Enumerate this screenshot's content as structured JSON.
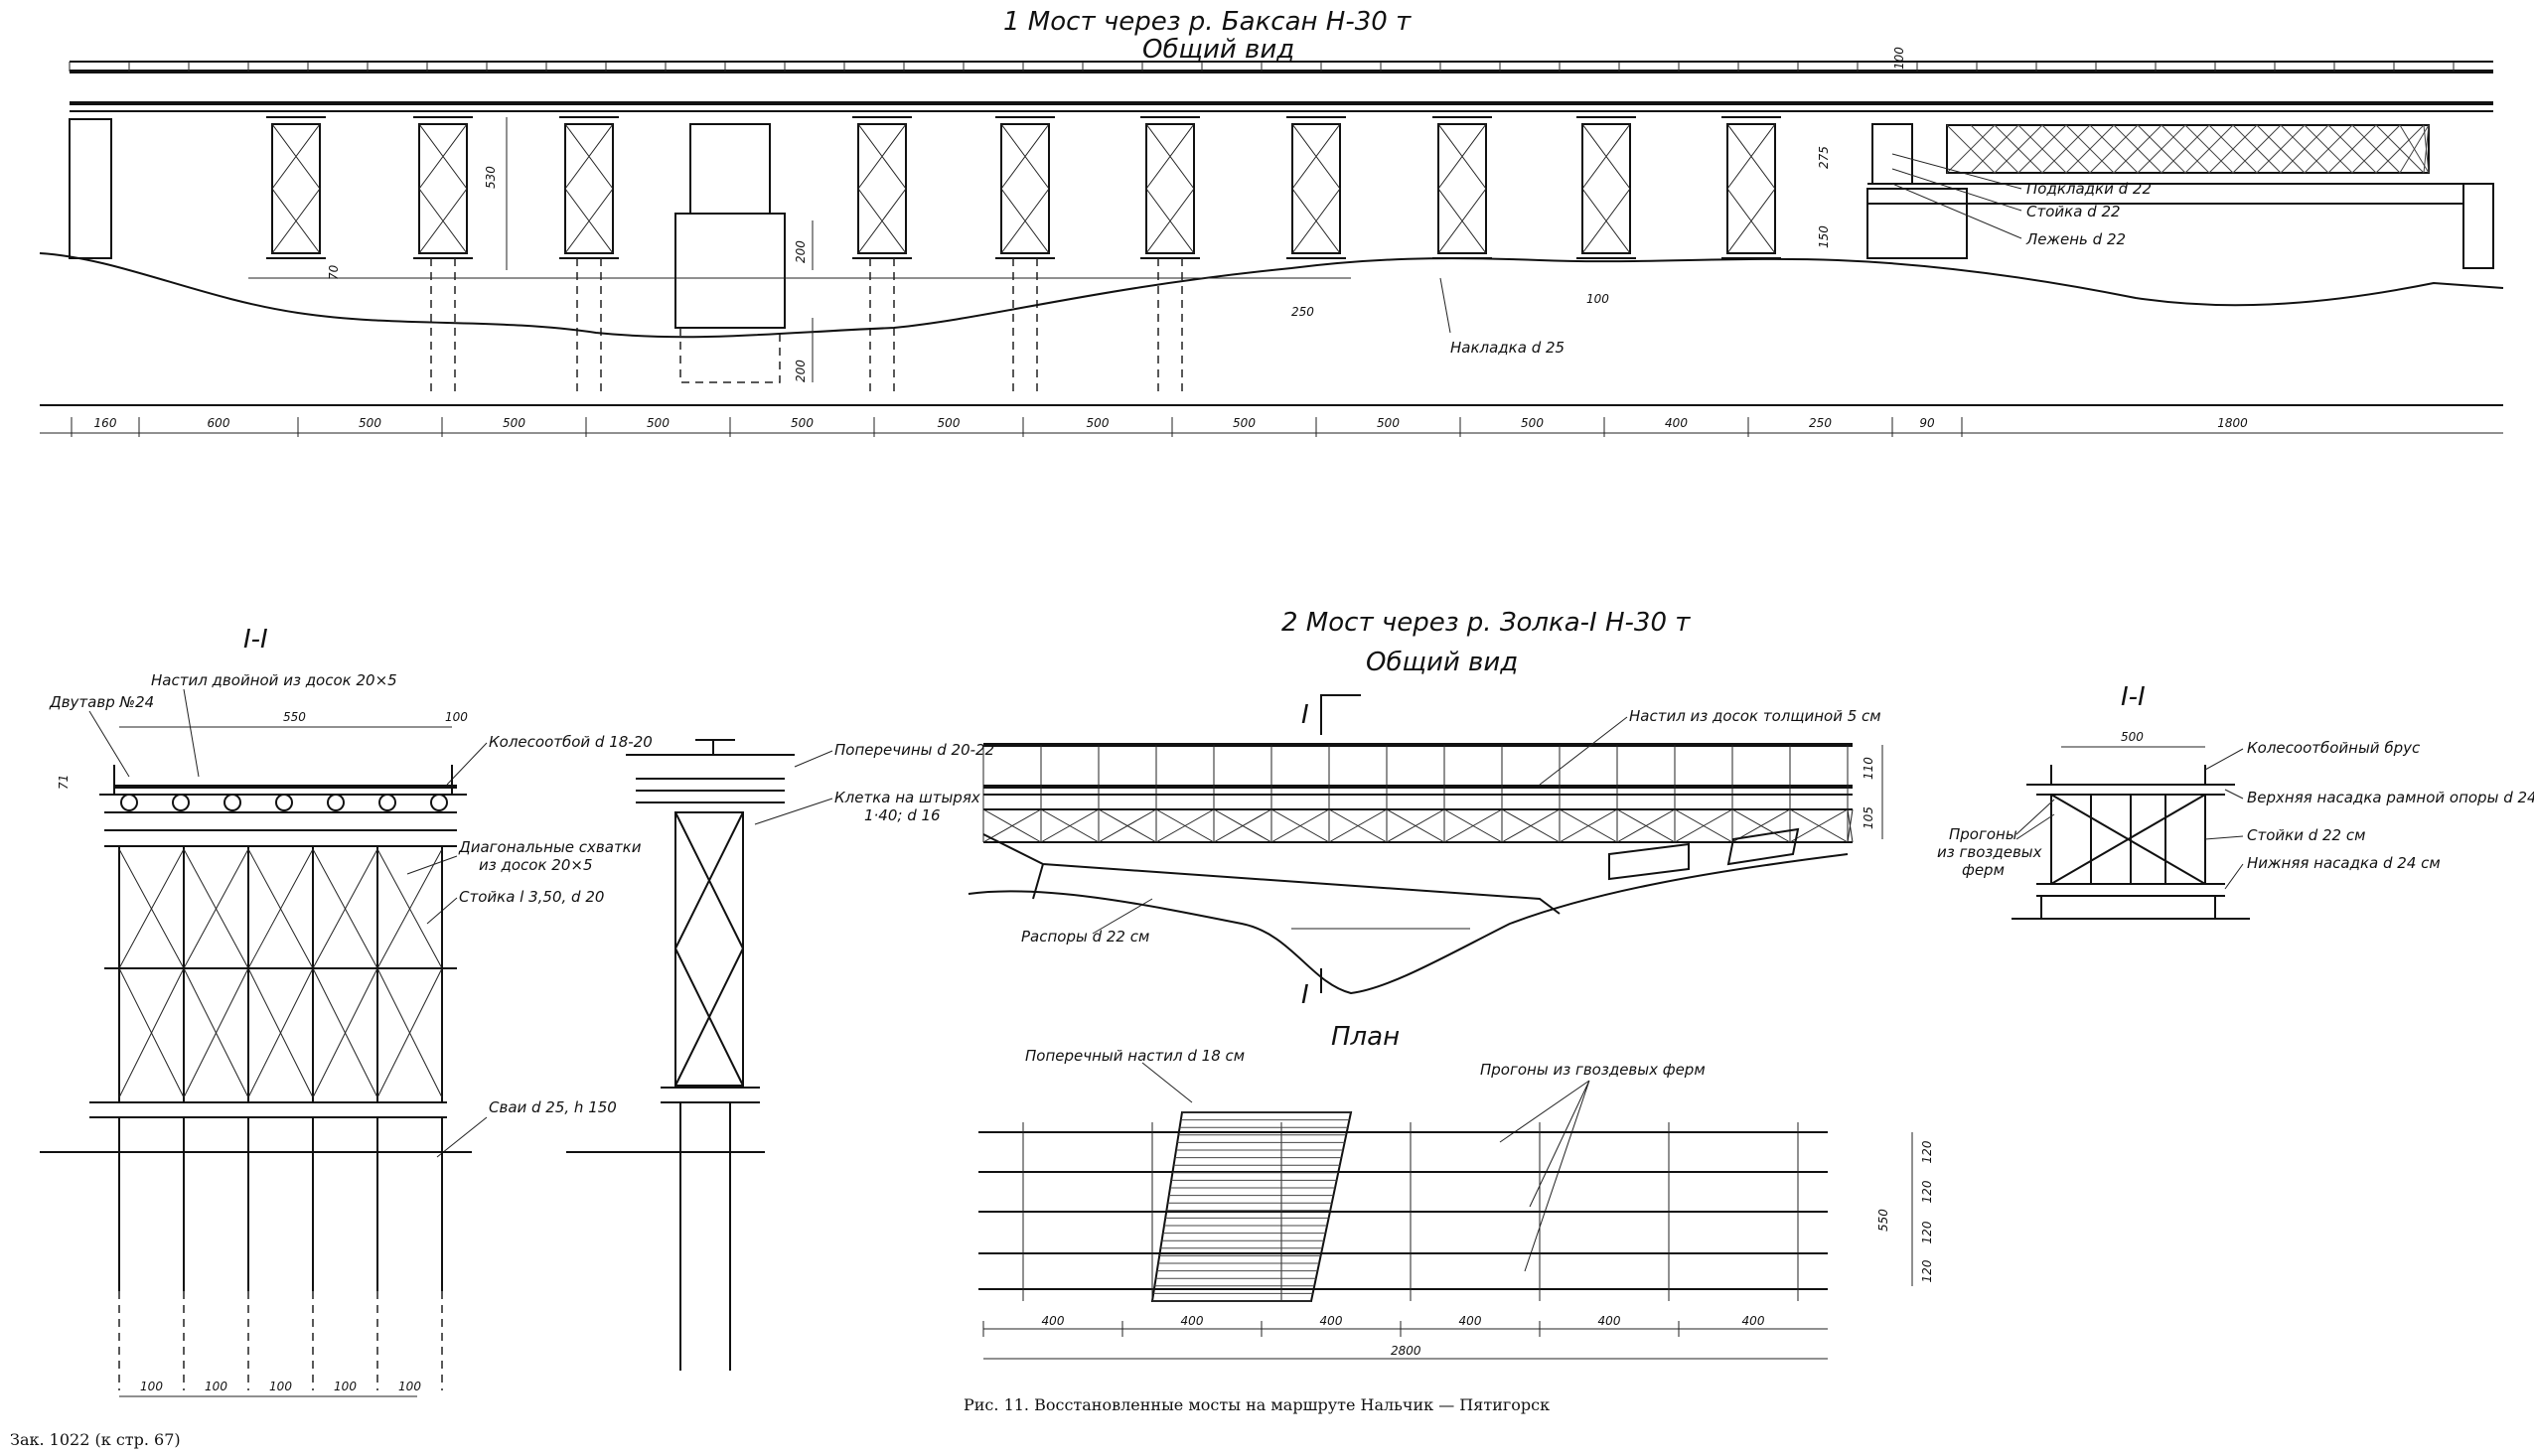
{
  "sheet": {
    "ink_color": "#111111",
    "paper_color": "#ffffff",
    "footer_order": "Зак. 1022 (к стр. 67)",
    "caption": "Рис. 11. Восстановленные мосты на маршруте Нальчик — Пятигорск"
  },
  "bridge1": {
    "title": "1  Мост через  р.  Баксан  Н-30 т",
    "subtitle": "Общий вид",
    "heights": [
      "530",
      "275",
      "150",
      "200",
      "200",
      "70",
      "100"
    ],
    "callouts": [
      "Подкладки d 22",
      "Стойка d 22",
      "Лежень d 22",
      "Накладка d 25"
    ],
    "piers": [
      "250",
      "100"
    ],
    "spans": [
      "160",
      "600",
      "500",
      "500",
      "500",
      "500",
      "500",
      "500",
      "500",
      "500",
      "500",
      "400",
      "250",
      "90",
      "1800"
    ]
  },
  "section_left": {
    "mark": "I-I",
    "width": "550",
    "offset": "100",
    "height": "71",
    "labels": [
      "Настил двойной из досок 20×5",
      "Двутавр №24",
      "Колесоотбой d 18-20",
      "Диагональные схватки",
      "из досок 20×5",
      "Стойка l 3,50, d 20",
      "Сваи d 25, h 150"
    ],
    "pile_spacing": [
      "100",
      "100",
      "100",
      "100",
      "100"
    ]
  },
  "section_side": {
    "labels": [
      "Поперечины d 20-22",
      "Клетка на штырях",
      "1·40; d 16"
    ]
  },
  "bridge2": {
    "title": "2  Мост через  р.  Золка-I  Н-30 т",
    "subtitle": "Общий вид",
    "cut_mark": "I",
    "labels": [
      "Настил из досок толщиной 5 см",
      "Распоры d 22 см"
    ],
    "heights": [
      "110",
      "105"
    ]
  },
  "section_right": {
    "mark": "I-I",
    "width": "500",
    "labels": [
      "Колесоотбойный брус",
      "Верхняя насадка рамной опоры d 24 см",
      "Стойки d 22 см",
      "Нижняя насадка d 24 см",
      "Прогоны",
      "из гвоздевых",
      "ферм"
    ]
  },
  "plan": {
    "title": "План",
    "labels": [
      "Поперечный настил d 18 см",
      "Прогоны из гвоздевых ферм"
    ],
    "side_dims": [
      "120",
      "120",
      "120",
      "120"
    ],
    "total_width": "550",
    "spans": [
      "400",
      "400",
      "400",
      "400",
      "400",
      "400"
    ],
    "total_length": "2800"
  }
}
